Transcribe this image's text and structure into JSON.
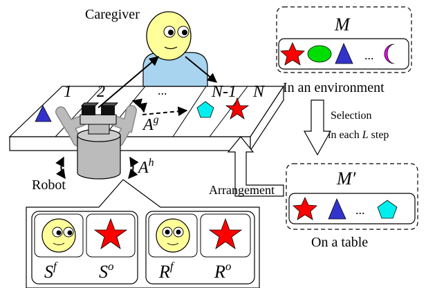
{
  "caregiver": {
    "label": "Caregiver"
  },
  "robot": {
    "label": "Robot",
    "action_base": "A",
    "action_gaze_sup": "g",
    "action_head_sup": "h"
  },
  "table": {
    "slot_labels": [
      "1",
      "2",
      "...",
      "N-1",
      "N"
    ]
  },
  "environment_box": {
    "symbol": "M",
    "caption": "In an environment",
    "ellipsis": "..."
  },
  "selection": {
    "line1": "Selection",
    "line2_prefix": "in each ",
    "line2_var": "L",
    "line2_suffix": " step"
  },
  "arrangement": {
    "label": "Arrangement"
  },
  "table_box": {
    "symbol": "M′",
    "caption": "On a table",
    "ellipsis": "..."
  },
  "states": {
    "S_base": "S",
    "S_f_sup": "f",
    "S_o_sup": "o",
    "R_base": "R",
    "R_f_sup": "f",
    "R_o_sup": "o"
  },
  "colors": {
    "star": "#ff0000",
    "ellipse": "#00dd00",
    "triangle": "#3333cc",
    "moon": "#ee00ee",
    "pentagon": "#00eeee",
    "face": "#ffff99",
    "body": "#a8d4f0",
    "robot": "#bbbbbb"
  }
}
